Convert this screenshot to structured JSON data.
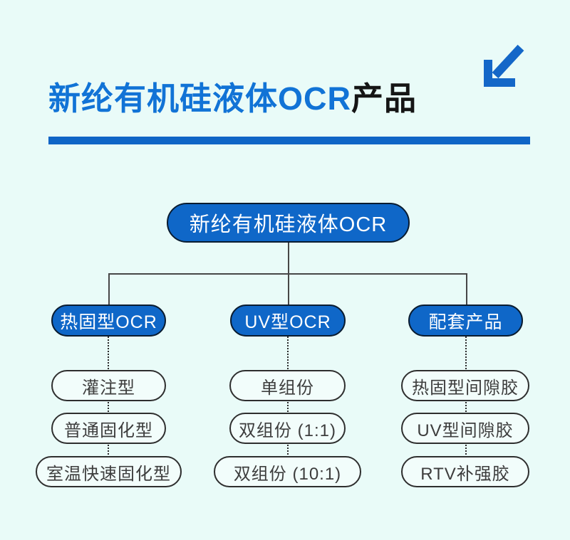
{
  "page": {
    "background_color": "#e9fbf8",
    "accent_blue": "#0f67c8",
    "title_blue": "#1173d6"
  },
  "header": {
    "title_highlight": "新纶有机硅液体OCR",
    "title_suffix": "产品",
    "arrow_icon": "arrow-down-left"
  },
  "tree": {
    "root": "新纶有机硅液体OCR",
    "branches": [
      {
        "label": "热固型OCR",
        "children": [
          "灌注型",
          "普通固化型",
          "室温快速固化型"
        ]
      },
      {
        "label": "UV型OCR",
        "children": [
          "单组份",
          "双组份 (1:1)",
          "双组份 (10:1)"
        ]
      },
      {
        "label": "配套产品",
        "children": [
          "热固型间隙胶",
          "UV型间隙胶",
          "RTV补强胶"
        ]
      }
    ]
  }
}
